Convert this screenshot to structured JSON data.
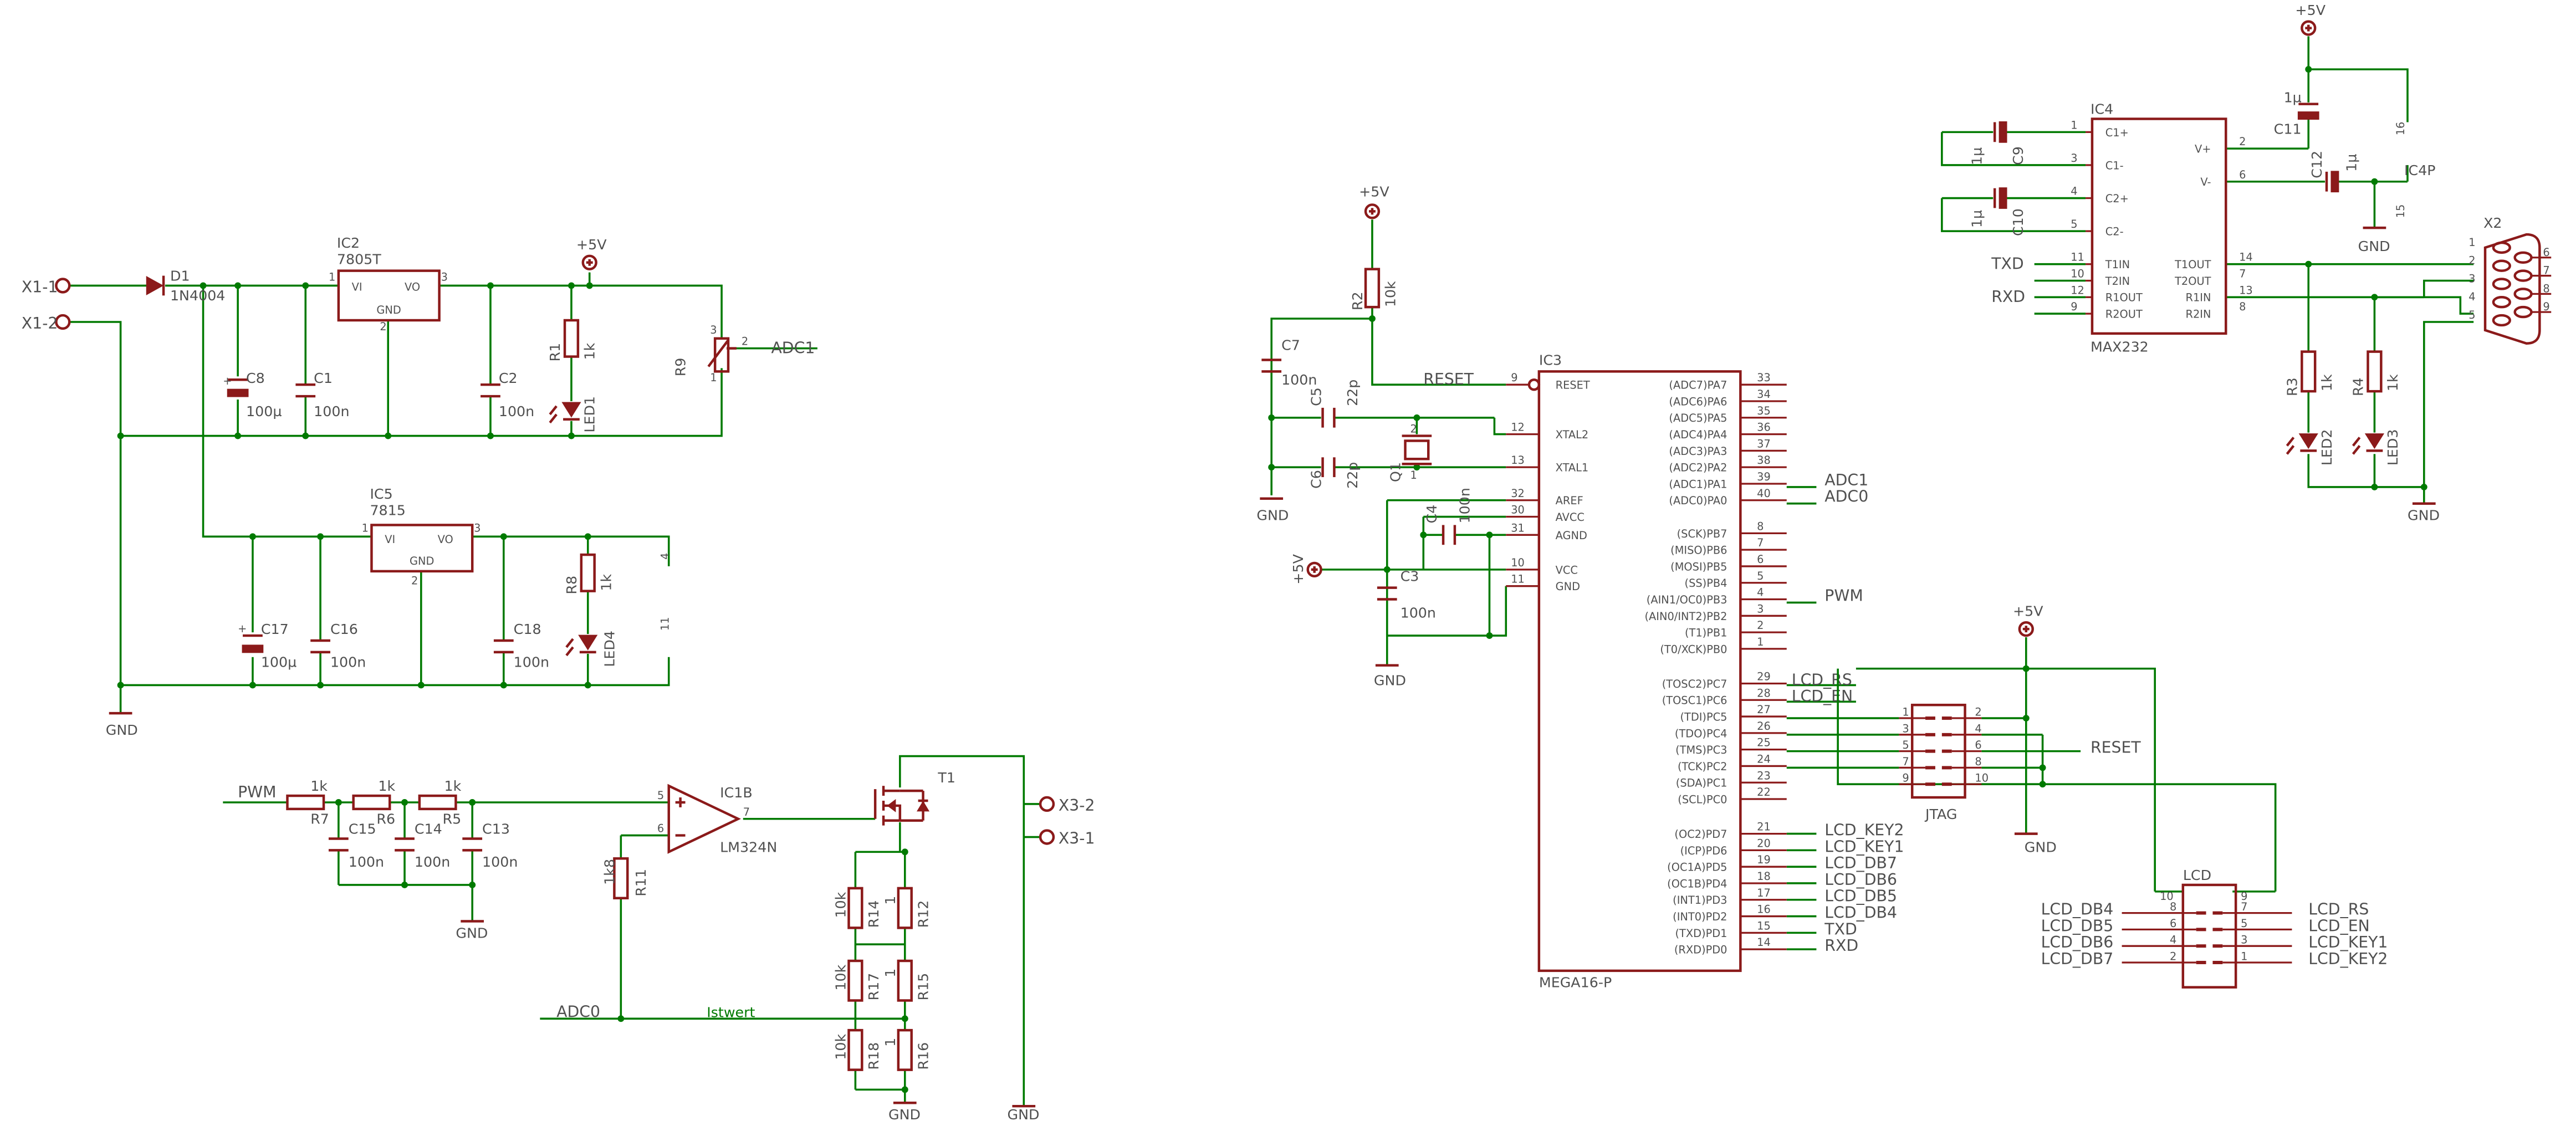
{
  "colors": {
    "wire": "#007a00",
    "part": "#8b1a1a",
    "label": "#505050",
    "netlabel": "#505050"
  },
  "power": {
    "ports": [
      "X1-1",
      "X1-2"
    ],
    "d1": {
      "name": "D1",
      "value": "1N4004"
    },
    "ic2": {
      "name": "IC2",
      "value": "7805T",
      "vi": "VI",
      "vo": "VO",
      "gnd": "GND",
      "p1": "1",
      "p2": "2",
      "p3": "3"
    },
    "ic5": {
      "name": "IC5",
      "value": "7815",
      "vi": "VI",
      "vo": "VO",
      "gnd": "GND",
      "p1": "1",
      "p2": "2",
      "p3": "3"
    },
    "c8": {
      "name": "C8",
      "value": "100µ"
    },
    "c1": {
      "name": "C1",
      "value": "100n"
    },
    "c2": {
      "name": "C2",
      "value": "100n"
    },
    "c17": {
      "name": "C17",
      "value": "100µ"
    },
    "c16": {
      "name": "C16",
      "value": "100n"
    },
    "c18": {
      "name": "C18",
      "value": "100n"
    },
    "r1": {
      "name": "R1",
      "value": "1k"
    },
    "r8": {
      "name": "R8",
      "value": "1k"
    },
    "led1": "LED1",
    "led4": "LED4",
    "r9": {
      "name": "R9",
      "p1": "1",
      "p2": "2",
      "p3": "3"
    },
    "adc1": "ADC1",
    "vcc": "+5V",
    "gnd": "GND",
    "pin4": "4",
    "pin11": "11"
  },
  "pwmfilter": {
    "pwm": "PWM",
    "r7": {
      "name": "R7",
      "value": "1k"
    },
    "r6": {
      "name": "R6",
      "value": "1k"
    },
    "r5": {
      "name": "R5",
      "value": "1k"
    },
    "c15": {
      "name": "C15",
      "value": "100n"
    },
    "c14": {
      "name": "C14",
      "value": "100n"
    },
    "c13": {
      "name": "C13",
      "value": "100n"
    },
    "gnd": "GND",
    "ic1b": {
      "name": "IC1B",
      "value": "LM324N",
      "p5": "5",
      "p6": "6",
      "p7": "7"
    },
    "r11": {
      "name": "R11",
      "value": "1k8"
    },
    "adc0": "ADC0",
    "istwert": "Istwert",
    "t1": "T1",
    "x32": "X3-2",
    "x31": "X3-1",
    "r14": {
      "name": "R14",
      "value": "10k"
    },
    "r17": {
      "name": "R17",
      "value": "10k"
    },
    "r18": {
      "name": "R18",
      "value": "10k"
    },
    "r12": {
      "name": "R12",
      "value": "1"
    },
    "r15": {
      "name": "R15",
      "value": "1"
    },
    "r16": {
      "name": "R16",
      "value": "1"
    }
  },
  "mcu": {
    "name": "IC3",
    "value": "MEGA16-P",
    "vcc": "+5V",
    "gnd": "GND",
    "r2": {
      "name": "R2",
      "value": "10k"
    },
    "c7": {
      "name": "C7",
      "value": "100n"
    },
    "c5": {
      "name": "C5",
      "value": "22p"
    },
    "c6": {
      "name": "C6",
      "value": "22p"
    },
    "q1": {
      "name": "Q1",
      "p1": "1",
      "p2": "2"
    },
    "c4": {
      "name": "C4",
      "value": "100n"
    },
    "c3": {
      "name": "C3",
      "value": "100n"
    },
    "reset_net": "RESET",
    "left_pins": [
      {
        "name": "RESET",
        "num": "9"
      },
      {
        "name": "XTAL2",
        "num": "12"
      },
      {
        "name": "XTAL1",
        "num": "13"
      },
      {
        "name": "AREF",
        "num": "32"
      },
      {
        "name": "AVCC",
        "num": "30"
      },
      {
        "name": "AGND",
        "num": "31"
      },
      {
        "name": "VCC",
        "num": "10"
      },
      {
        "name": "GND",
        "num": "11"
      }
    ],
    "right_pins": [
      {
        "name": "(ADC7)PA7",
        "num": "33",
        "net": ""
      },
      {
        "name": "(ADC6)PA6",
        "num": "34",
        "net": ""
      },
      {
        "name": "(ADC5)PA5",
        "num": "35",
        "net": ""
      },
      {
        "name": "(ADC4)PA4",
        "num": "36",
        "net": ""
      },
      {
        "name": "(ADC3)PA3",
        "num": "37",
        "net": ""
      },
      {
        "name": "(ADC2)PA2",
        "num": "38",
        "net": ""
      },
      {
        "name": "(ADC1)PA1",
        "num": "39",
        "net": "ADC1"
      },
      {
        "name": "(ADC0)PA0",
        "num": "40",
        "net": "ADC0"
      },
      {
        "name": "(SCK)PB7",
        "num": "8",
        "net": ""
      },
      {
        "name": "(MISO)PB6",
        "num": "7",
        "net": ""
      },
      {
        "name": "(MOSI)PB5",
        "num": "6",
        "net": ""
      },
      {
        "name": "(SS)PB4",
        "num": "5",
        "net": ""
      },
      {
        "name": "(AIN1/OC0)PB3",
        "num": "4",
        "net": "PWM"
      },
      {
        "name": "(AIN0/INT2)PB2",
        "num": "3",
        "net": ""
      },
      {
        "name": "(T1)PB1",
        "num": "2",
        "net": ""
      },
      {
        "name": "(T0/XCK)PB0",
        "num": "1",
        "net": ""
      },
      {
        "name": "(TOSC2)PC7",
        "num": "29",
        "net": "LCD_RS"
      },
      {
        "name": "(TOSC1)PC6",
        "num": "28",
        "net": "LCD_EN"
      },
      {
        "name": "(TDI)PC5",
        "num": "27",
        "net": ""
      },
      {
        "name": "(TDO)PC4",
        "num": "26",
        "net": ""
      },
      {
        "name": "(TMS)PC3",
        "num": "25",
        "net": ""
      },
      {
        "name": "(TCK)PC2",
        "num": "24",
        "net": ""
      },
      {
        "name": "(SDA)PC1",
        "num": "23",
        "net": ""
      },
      {
        "name": "(SCL)PC0",
        "num": "22",
        "net": ""
      },
      {
        "name": "(OC2)PD7",
        "num": "21",
        "net": "LCD_KEY2"
      },
      {
        "name": "(ICP)PD6",
        "num": "20",
        "net": "LCD_KEY1"
      },
      {
        "name": "(OC1A)PD5",
        "num": "19",
        "net": "LCD_DB7"
      },
      {
        "name": "(OC1B)PD4",
        "num": "18",
        "net": "LCD_DB6"
      },
      {
        "name": "(INT1)PD3",
        "num": "17",
        "net": "LCD_DB5"
      },
      {
        "name": "(INT0)PD2",
        "num": "16",
        "net": "LCD_DB4"
      },
      {
        "name": "(TXD)PD1",
        "num": "15",
        "net": "TXD"
      },
      {
        "name": "(RXD)PD0",
        "num": "14",
        "net": "RXD"
      }
    ]
  },
  "jtag": {
    "name": "JTAG",
    "vcc": "+5V",
    "gnd": "GND",
    "reset": "RESET",
    "pins": [
      "1",
      "2",
      "3",
      "4",
      "5",
      "6",
      "7",
      "8",
      "9",
      "10"
    ]
  },
  "lcd": {
    "name": "LCD",
    "top": [
      "10",
      "9"
    ],
    "left": [
      {
        "net": "LCD_DB4",
        "num": "8"
      },
      {
        "net": "LCD_DB5",
        "num": "6"
      },
      {
        "net": "LCD_DB6",
        "num": "4"
      },
      {
        "net": "LCD_DB7",
        "num": "2"
      }
    ],
    "right": [
      {
        "net": "LCD_RS",
        "num": "7"
      },
      {
        "net": "LCD_EN",
        "num": "5"
      },
      {
        "net": "LCD_KEY1",
        "num": "3"
      },
      {
        "net": "LCD_KEY2",
        "num": "1"
      }
    ]
  },
  "serial": {
    "ic4": {
      "name": "IC4",
      "value": "MAX232",
      "left": [
        {
          "name": "C1+",
          "num": "1"
        },
        {
          "name": "C1-",
          "num": "3"
        },
        {
          "name": "C2+",
          "num": "4"
        },
        {
          "name": "C2-",
          "num": "5"
        },
        {
          "name": "T1IN",
          "num": "11",
          "net": "TXD"
        },
        {
          "name": "T2IN",
          "num": "10",
          "net": ""
        },
        {
          "name": "R1OUT",
          "num": "12",
          "net": "RXD"
        },
        {
          "name": "R2OUT",
          "num": "9",
          "net": ""
        }
      ],
      "right": [
        {
          "name": "V+",
          "num": "2"
        },
        {
          "name": "V-",
          "num": "6"
        },
        {
          "name": "T1OUT",
          "num": "14"
        },
        {
          "name": "T2OUT",
          "num": "7"
        },
        {
          "name": "R1IN",
          "num": "13"
        },
        {
          "name": "R2IN",
          "num": "8"
        }
      ]
    },
    "vcc": "+5V",
    "gnd": "GND",
    "c9": {
      "name": "C9",
      "value": "1µ"
    },
    "c10": {
      "name": "C10",
      "value": "1µ"
    },
    "c11": {
      "name": "C11",
      "value": "1µ"
    },
    "c12": {
      "name": "C12",
      "value": "1µ"
    },
    "ic4p": {
      "name": "IC4P",
      "p16": "16",
      "p15": "15"
    },
    "r3": {
      "name": "R3",
      "value": "1k"
    },
    "r4": {
      "name": "R4",
      "value": "1k"
    },
    "led2": "LED2",
    "led3": "LED3",
    "x2": {
      "name": "X2",
      "left": [
        "1",
        "2",
        "3",
        "4",
        "5"
      ],
      "right": [
        "6",
        "7",
        "8",
        "9"
      ]
    }
  }
}
